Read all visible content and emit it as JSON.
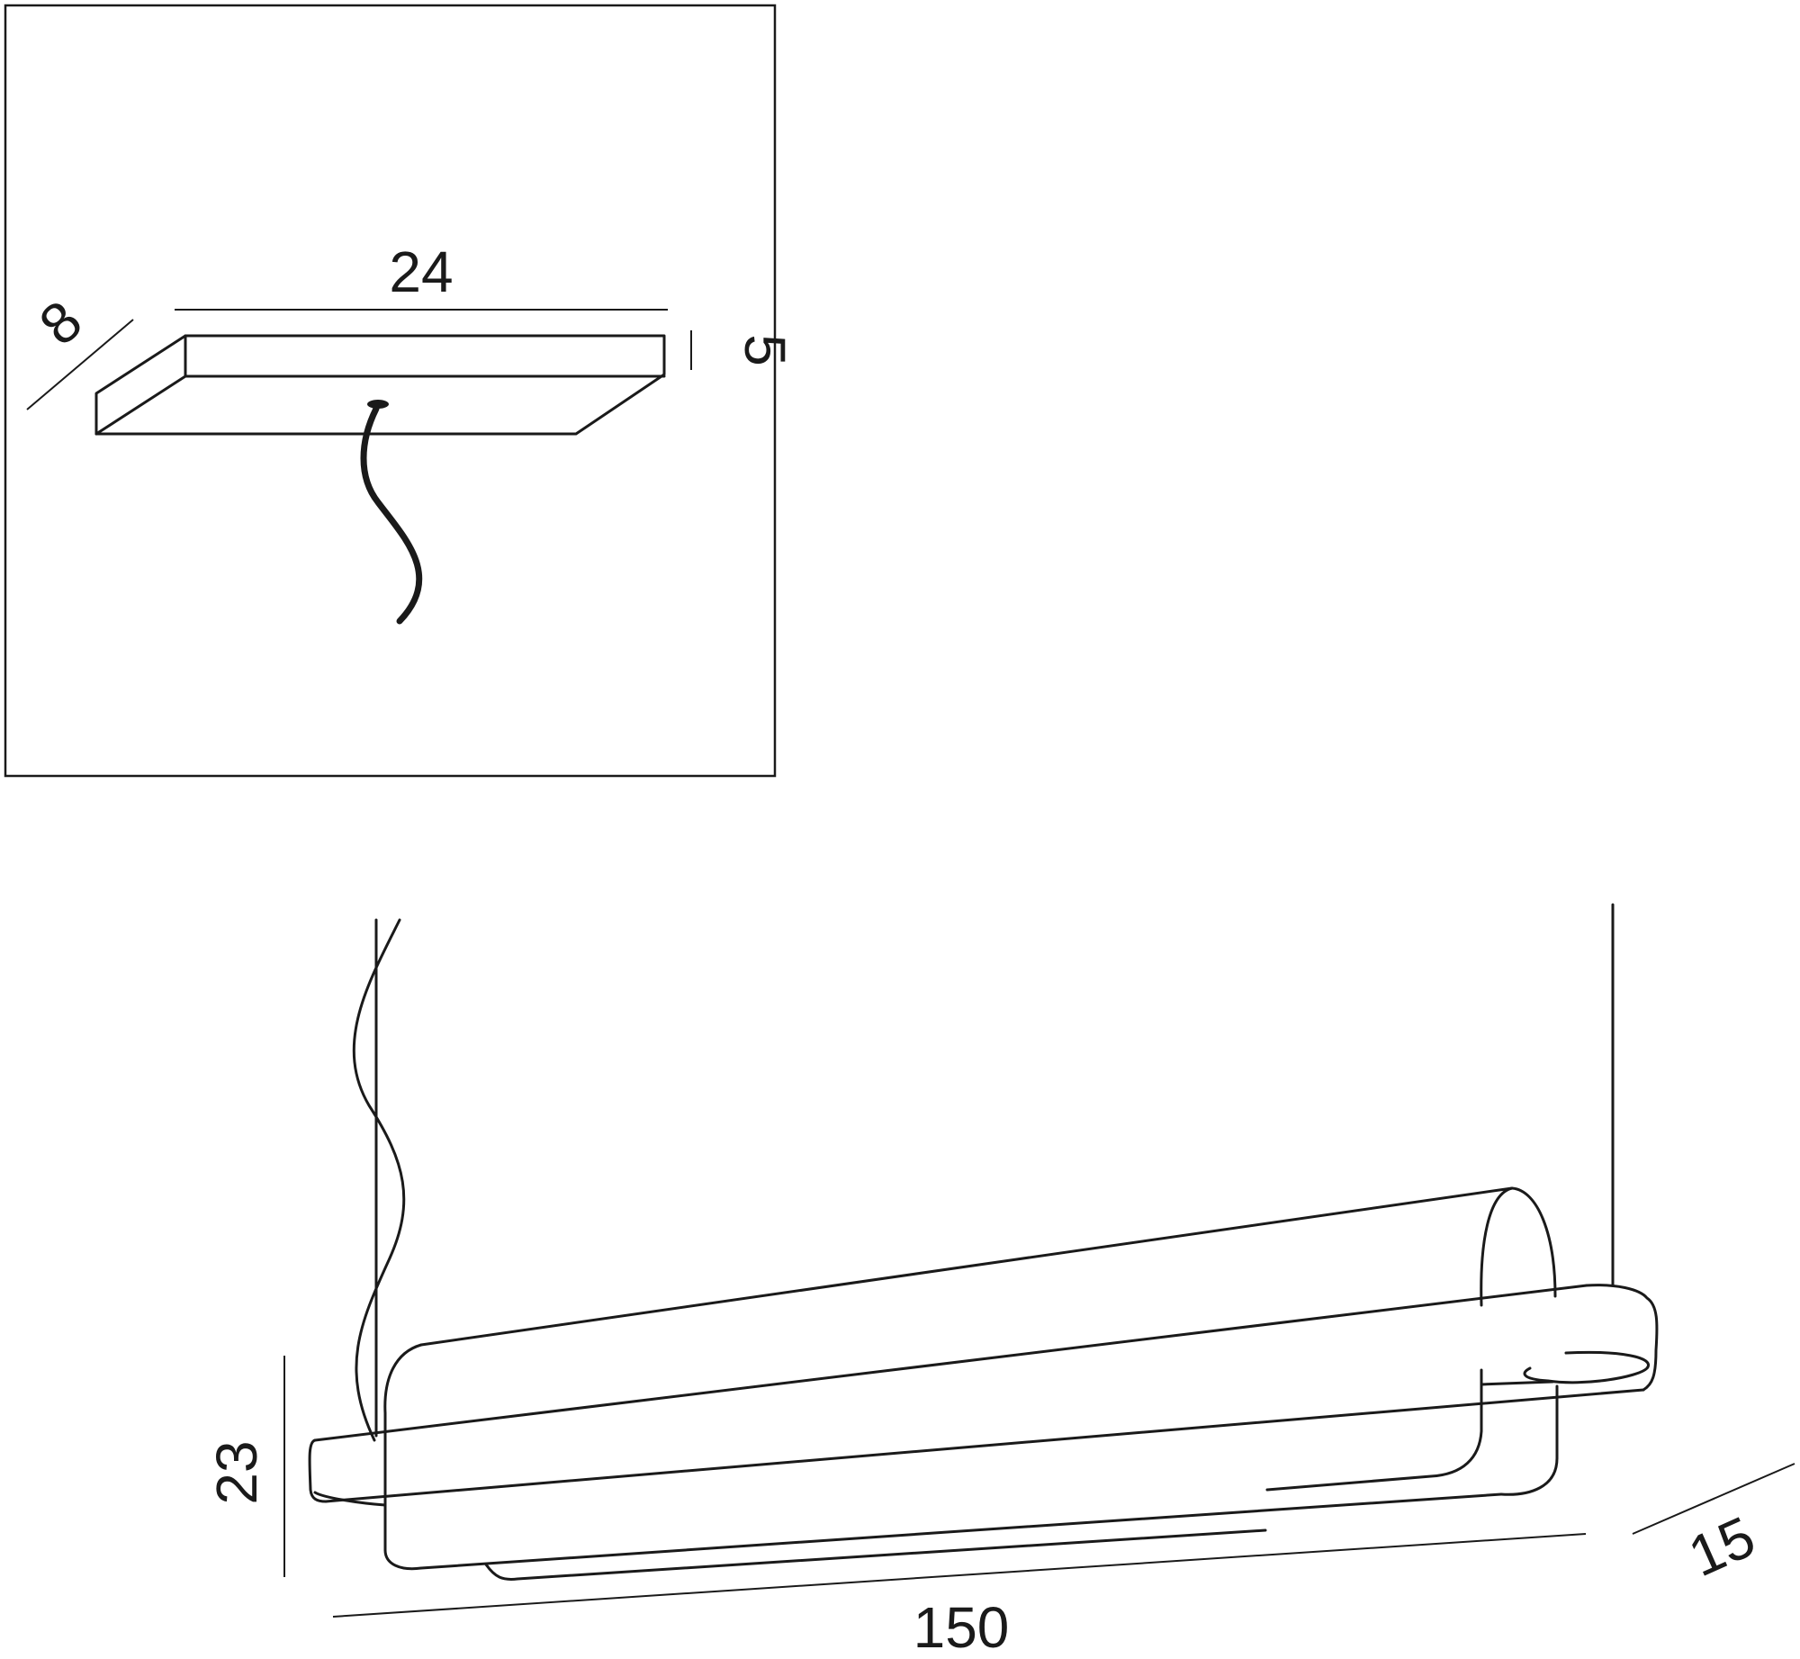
{
  "canopy": {
    "width": "24",
    "depth": "8",
    "height": "5"
  },
  "lamp": {
    "height": "23",
    "length": "150",
    "depth": "15"
  }
}
